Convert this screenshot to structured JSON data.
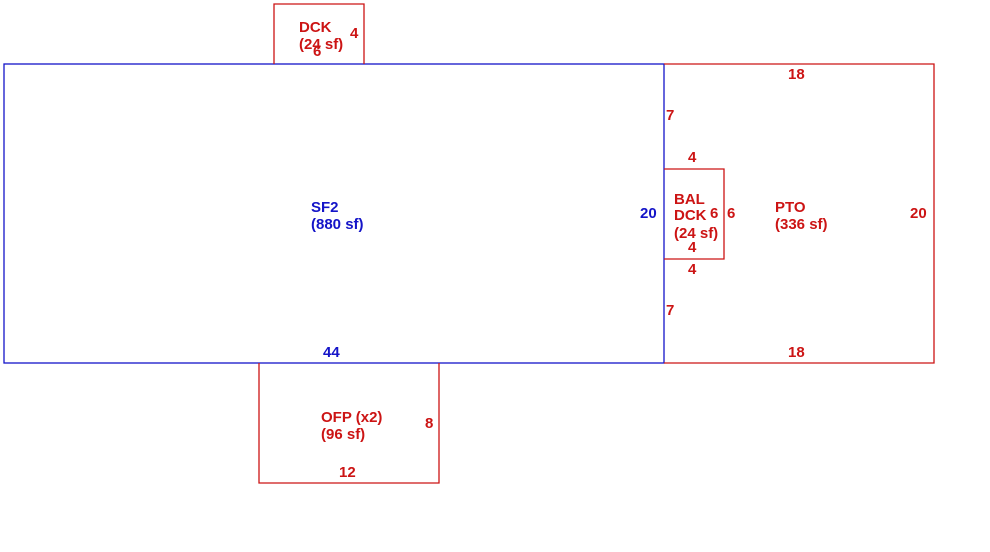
{
  "colors": {
    "main": "#1414c8",
    "addition": "#cc1414",
    "background": "#ffffff"
  },
  "areas": {
    "sf2": {
      "name": "SF2",
      "area": "(880 sf)",
      "width": "44",
      "depth": "20"
    },
    "pto": {
      "name": "PTO",
      "area": "(336 sf)",
      "top": "18",
      "bottom": "18",
      "right": "20",
      "upper_left": "7",
      "lower_left": "7"
    },
    "bal_dck": {
      "name1": "BAL",
      "name2": "DCK",
      "area": "(24 sf)",
      "top": "4",
      "bottom_inner": "4",
      "bottom_outer": "4",
      "left": "6",
      "right": "6"
    },
    "dck": {
      "name": "DCK",
      "area": "(24 sf)",
      "side": "4",
      "bottom": "6"
    },
    "ofp": {
      "name": "OFP (x2)",
      "area": "(96 sf)",
      "side": "8",
      "bottom": "12"
    }
  }
}
